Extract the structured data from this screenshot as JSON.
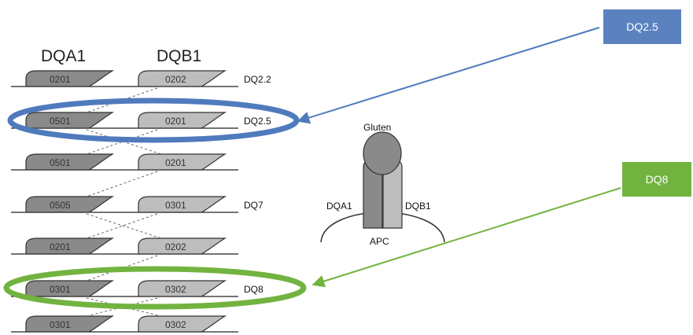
{
  "headers": {
    "dqa1": "DQA1",
    "dqb1": "DQB1"
  },
  "rows": [
    {
      "a": "0201",
      "b": "0202",
      "label": "DQ2.2"
    },
    {
      "a": "0501",
      "b": "0201",
      "label": "DQ2.5"
    },
    {
      "a": "0501",
      "b": "0201",
      "label": ""
    },
    {
      "a": "0505",
      "b": "0301",
      "label": "DQ7"
    },
    {
      "a": "0201",
      "b": "0202",
      "label": ""
    },
    {
      "a": "0301",
      "b": "0302",
      "label": "DQ8"
    },
    {
      "a": "0301",
      "b": "0302",
      "label": ""
    }
  ],
  "molecule": {
    "gluten": "Gluten",
    "dqa1": "DQA1",
    "dqb1": "DQB1",
    "apc": "APC"
  },
  "callouts": {
    "dq25": {
      "text": "DQ2.5",
      "color": "#5b82be"
    },
    "dq8": {
      "text": "DQ8",
      "color": "#72b340"
    }
  },
  "colors": {
    "alpha_chain": "#8a8a8a",
    "beta_chain": "#bdbdbd",
    "outline": "#333333"
  }
}
